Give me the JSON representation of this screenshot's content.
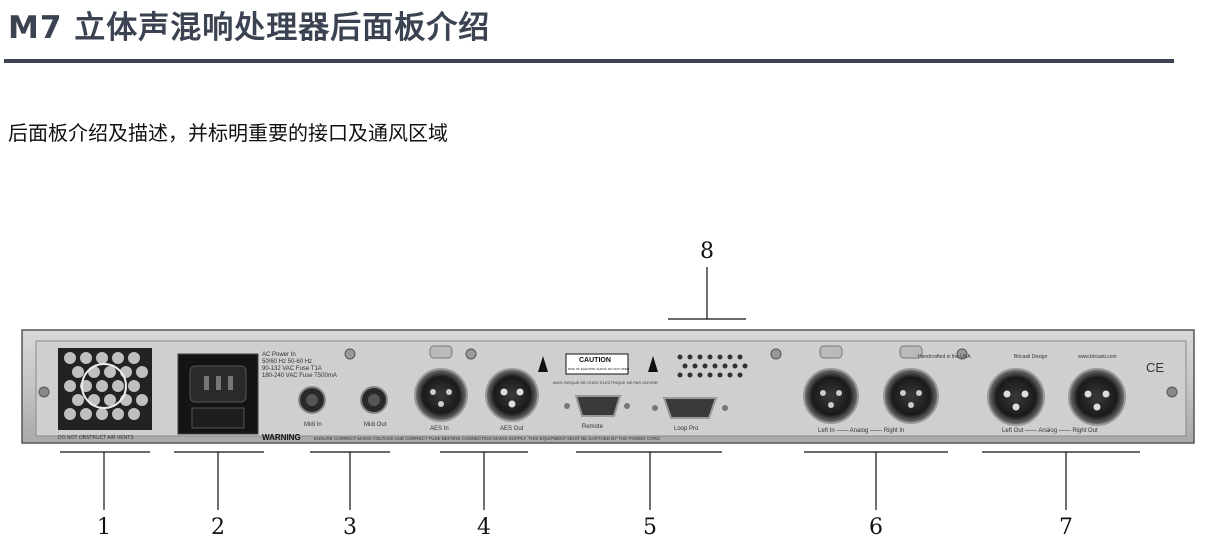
{
  "page": {
    "title": "M7 立体声混响处理器后面板介绍",
    "subtitle": "后面板介绍及描述，并标明重要的接口及通风区域"
  },
  "panel": {
    "fan_caption": "DO NOT OBSTRUCT AIR VENTS",
    "power_lines": [
      "AC Power In",
      "50/60 Hz 50-60 Hz",
      "90-132 VAC Fuse T1A",
      "180-240 VAC Fuse T500mA"
    ],
    "warning_title": "WARNING",
    "warning_text": "ENSURE CORRECT MAINS VOLTAGE AND CORRECT FUSE BEFORE CONNECTING MAINS SUPPLY. THIS EQUIPMENT MUST BE EARTHED BY THE POWER CORD",
    "midi_in": "Midi In",
    "midi_out": "Midi Out",
    "aes_in": "AES In",
    "aes_out": "AES Out",
    "caution_title": "CAUTION",
    "caution_sub": "RISK OF ELECTRIC SHOCK DO NOT OPEN",
    "caution_note": "AVIS: RISQUE DE CHOC ELECTRIQUE NE PAS OUVRIR",
    "remote": "Remote",
    "loop_pro": "Loop Pro",
    "handcrafted": "Handcrafted in the USA",
    "brand": "Bricasti Design",
    "url": "www.bricasti.com",
    "analog_in": "Left In —— Analog —— Right In",
    "analog_out": "Left Out —— Analog —— Right Out"
  },
  "callouts": [
    "1",
    "2",
    "3",
    "4",
    "5",
    "6",
    "7",
    "8"
  ]
}
